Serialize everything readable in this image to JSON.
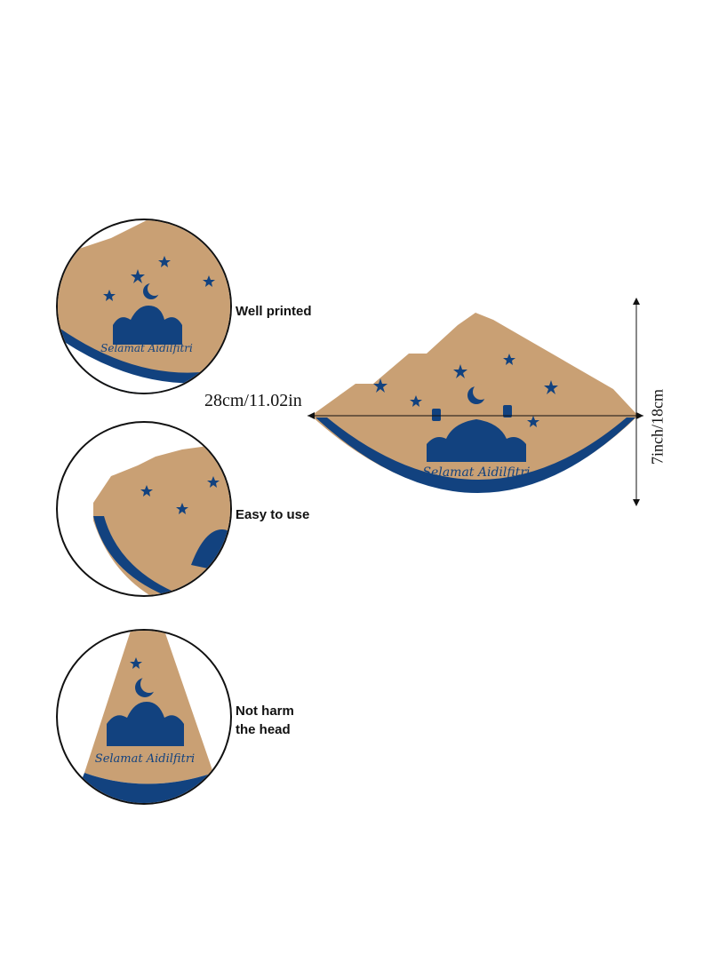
{
  "colors": {
    "kraft": "#c9a074",
    "navy": "#12427f",
    "outline": "#111111",
    "background": "#ffffff"
  },
  "features": [
    {
      "label": "Well printed"
    },
    {
      "label": "Easy to use"
    },
    {
      "label_line1": "Not harm",
      "label_line2": "the head"
    }
  ],
  "product": {
    "printed_text": "Selamat Aidilfitri",
    "width_label": "28cm/11.02in",
    "height_label": "7inch/18cm"
  }
}
